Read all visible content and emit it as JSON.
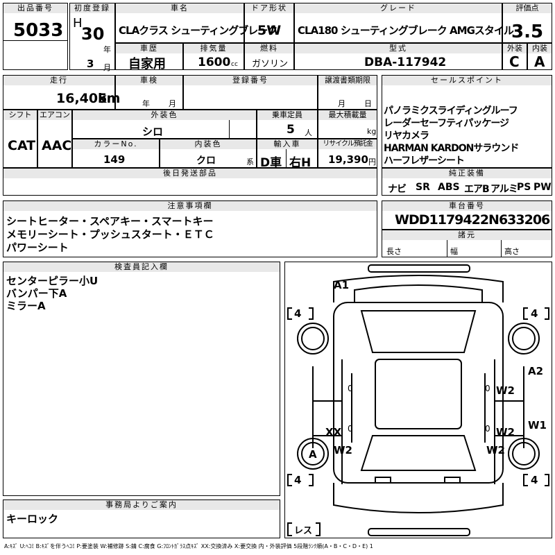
{
  "headers": {
    "lot_no": "出品番号",
    "first_reg": "初度登録",
    "car_name": "車名",
    "door": "ドア形状",
    "grade": "グレード",
    "score": "評価点",
    "history": "車歴",
    "displacement": "排気量",
    "fuel": "燃料",
    "model_code": "型式",
    "exterior": "外装",
    "interior": "内装",
    "mileage": "走行",
    "inspection": "車検",
    "reg_no": "登録番号",
    "transfer_doc": "譲渡書類期限",
    "sales_points": "セールスポイント",
    "shift": "シフト",
    "aircon": "エアコン",
    "ext_color": "外装色",
    "capacity": "乗車定員",
    "max_load": "最大積載量",
    "color_no": "カラーNo.",
    "int_color": "内装色",
    "import": "輸入車",
    "recycle": "リサイクル預託金",
    "later_parts": "後日発送部品",
    "genuine": "純正装備",
    "notes": "注意事項欄",
    "chassis": "車台番号",
    "dims": "諸元",
    "inspector": "検査員記入欄",
    "office": "事務局よりご案内"
  },
  "values": {
    "lot_no": "5033",
    "era": "H",
    "year": "30",
    "year_unit": "年",
    "month": "3",
    "month_unit": "月",
    "car_name": "CLAクラス シューティングブレーク",
    "door": "5W",
    "grade": "CLA180 シューティングブレーク AMGスタイル",
    "score": "3.5",
    "history": "自家用",
    "displacement": "1600",
    "displacement_unit": "cc",
    "fuel": "ガソリン",
    "model_code": "DBA-117942",
    "exterior": "C",
    "interior": "A",
    "mileage": "16,405",
    "mileage_unit": "km",
    "insp_year": "年",
    "insp_month": "月",
    "doc_month": "月",
    "doc_day": "日",
    "shift": "CAT",
    "aircon": "AAC",
    "ext_color": "シロ",
    "capacity": "5",
    "capacity_unit": "人",
    "max_load_unit": "kg",
    "color_no": "149",
    "int_color": "クロ",
    "int_color_suffix": "系",
    "import_type": "D車",
    "steering": "右H",
    "recycle": "19,390",
    "recycle_unit": "円",
    "chassis": "WDD1179422N633206",
    "dim_length": "長さ",
    "dim_width": "幅",
    "dim_height": "高さ"
  },
  "sales_points": [
    "パノラミクスライディングルーフ",
    "レーダーセーフティパッケージ",
    "リヤカメラ",
    "HARMAN KARDONサラウンド",
    "ハーフレザーシート"
  ],
  "genuine_equipment": [
    "ナビ",
    "SR",
    "ABS",
    "エアB",
    "アルミ",
    "PS",
    "PW"
  ],
  "notes": [
    "シートヒーター・スペアキー・スマートキー",
    "メモリーシート・プッシュスタート・ＥＴＣ",
    "パワーシート"
  ],
  "inspector_notes": [
    "センターピラー小U",
    "バンパー下A",
    "ミラーA"
  ],
  "office_notes": [
    "キーロック"
  ],
  "diagram": {
    "tire_fl": "4",
    "tire_fr": "4",
    "tire_rl": "4",
    "tire_rr": "4",
    "spare": "レス",
    "marks": {
      "front_bumper": "A1",
      "right_front_fender": "A2",
      "right_front_door": "W2",
      "right_rear_door": "W2",
      "right_pillar": "W1",
      "right_rear_fender": "W2",
      "left_rear_door": "XX",
      "left_rear_fender": "W2",
      "mirror_left": "A",
      "zero_1": "0",
      "zero_2": "0",
      "zero_3": "0",
      "zero_4": "0"
    }
  },
  "legend": "A:ｷｽﾞ U:ﾍｺﾐ B:ｷｽﾞを伴うﾍｺﾐ P:要塗装 W:補修跡 S:錆 C:腐食 G:ﾌﾛﾝﾄｶﾞﾗｽ点ｷｽﾞ XX:交換済み X:要交換 内・外装評価 5段階ﾗﾝｸ順(A・B・C・D・E) 1"
}
